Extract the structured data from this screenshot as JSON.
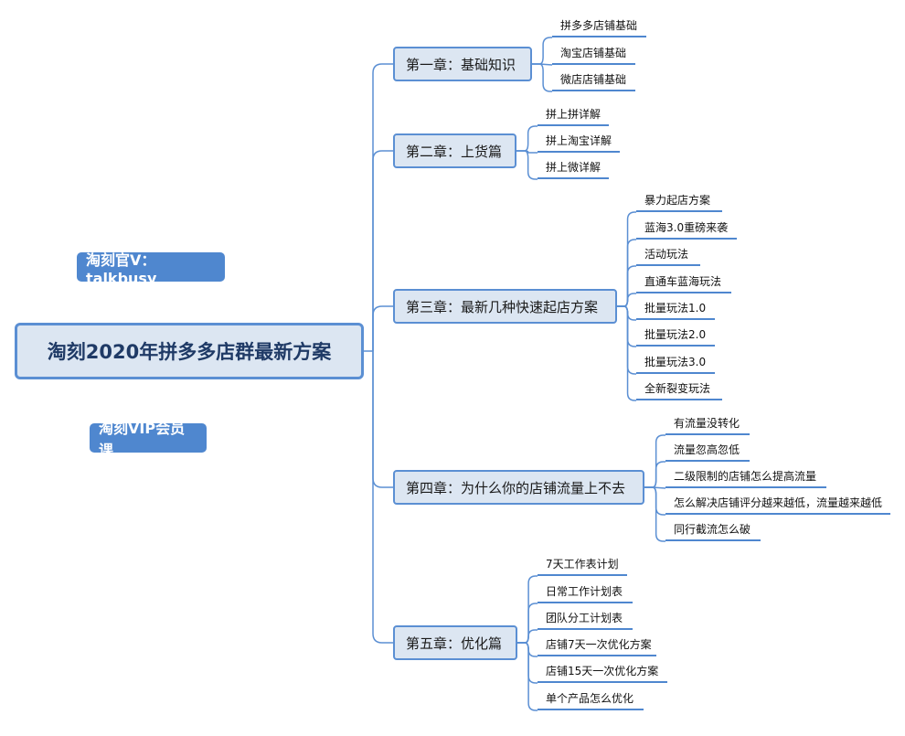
{
  "root": {
    "title": "淘刻2020年拼多多店群最新方案"
  },
  "badges": {
    "wechat": "淘刻官V：talkbusy",
    "vip": "淘刻VIP会员课"
  },
  "chapters": [
    {
      "label": "第一章：基础知识",
      "items": [
        "拼多多店铺基础",
        "淘宝店铺基础",
        "微店店铺基础"
      ]
    },
    {
      "label": "第二章：上货篇",
      "items": [
        "拼上拼详解",
        "拼上淘宝详解",
        "拼上微详解"
      ]
    },
    {
      "label": "第三章：最新几种快速起店方案",
      "items": [
        "暴力起店方案",
        "蓝海3.0重磅来袭",
        "活动玩法",
        "直通车蓝海玩法",
        "批量玩法1.0",
        "批量玩法2.0",
        "批量玩法3.0",
        "全新裂变玩法"
      ]
    },
    {
      "label": "第四章：为什么你的店铺流量上不去",
      "items": [
        "有流量没转化",
        "流量忽高忽低",
        "二级限制的店铺怎么提高流量",
        "怎么解决店铺评分越来越低，流量越来越低",
        "同行截流怎么破"
      ]
    },
    {
      "label": "第五章：优化篇",
      "items": [
        "7天工作表计划",
        "日常工作计划表",
        "团队分工计划表",
        "店铺7天一次优化方案",
        "店铺15天一次优化方案",
        "单个产品怎么优化"
      ]
    }
  ],
  "colors": {
    "line": "#5b8fd3",
    "node_fill": "#dce6f2",
    "badge_fill": "#4f87cf"
  }
}
